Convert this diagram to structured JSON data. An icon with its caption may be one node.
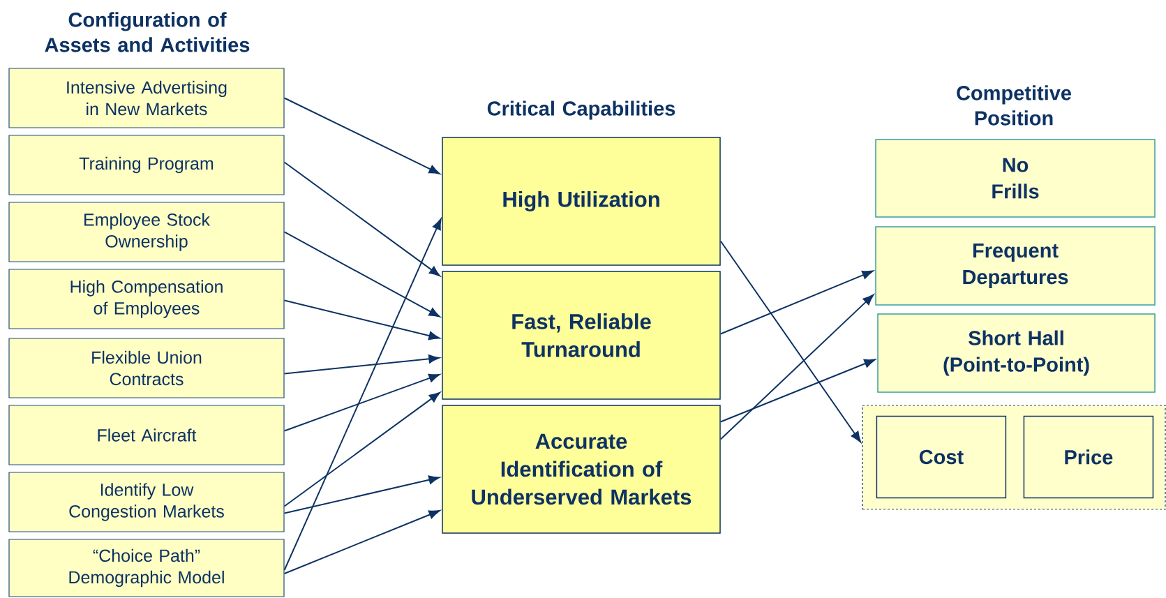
{
  "diagram": {
    "nodes": [
      {
        "text": [
          "Intensive Advertising in New Markets"
        ]
      },
      {
        "text": [
          "Training Program"
        ]
      },
      {
        "text": [
          "Employee Stock Ownership"
        ]
      },
      {
        "text": [
          "High Compensation of Employees"
        ]
      },
      {
        "text": [
          "Flexible Union Contracts"
        ]
      },
      {
        "text": [
          "Fleet Aircraft"
        ]
      },
      {
        "text": [
          "Identify Low Congestion Markets"
        ]
      },
      {
        "text": [
          "“Choice Path” Demographic Model"
        ]
      },
      {
        "text": [
          "High Utilization"
        ]
      },
      {
        "text": [
          "Fast, Reliable Turnaround"
        ]
      },
      {
        "text": [
          "Accurate Identification of Underserved Markets"
        ]
      },
      {
        "text": [
          "No Frills"
        ]
      },
      {
        "text": [
          "Frequent Departures"
        ]
      },
      {
        "text": [
          "Short Hall (Point-to-Point)"
        ]
      },
      {
        "text": [],
        "shape": "box"
      },
      {
        "text": [
          "Cost"
        ],
        "in": 14
      },
      {
        "text": [
          "Price"
        ],
        "in": 14
      }
    ],
    "edges": [
      {
        "from": 0,
        "to": 8,
        "arrow": "to"
      },
      {
        "from": 1,
        "to": 9,
        "arrow": "to"
      },
      {
        "from": 2,
        "to": 9,
        "arrow": "to"
      },
      {
        "from": 3,
        "to": 9,
        "arrow": "to"
      },
      {
        "from": 4,
        "to": 9,
        "arrow": "to"
      },
      {
        "from": 5,
        "to": 9,
        "arrow": "to"
      },
      {
        "from": 6,
        "to": 9,
        "arrow": "to"
      },
      {
        "from": 6,
        "to": 10,
        "arrow": "to"
      },
      {
        "from": 7,
        "to": 8,
        "arrow": "to"
      },
      {
        "from": 7,
        "to": 10,
        "arrow": "to"
      },
      {
        "from": 8,
        "to": 14,
        "arrow": "to"
      },
      {
        "from": 9,
        "to": 12,
        "arrow": "to"
      },
      {
        "from": 10,
        "to": 12,
        "arrow": "to"
      },
      {
        "from": 10,
        "to": 13,
        "arrow": "to"
      }
    ],
    "labels": [
      "Configuration of Assets and Activities",
      "Critical Capabilities",
      "Competitive Position"
    ]
  }
}
